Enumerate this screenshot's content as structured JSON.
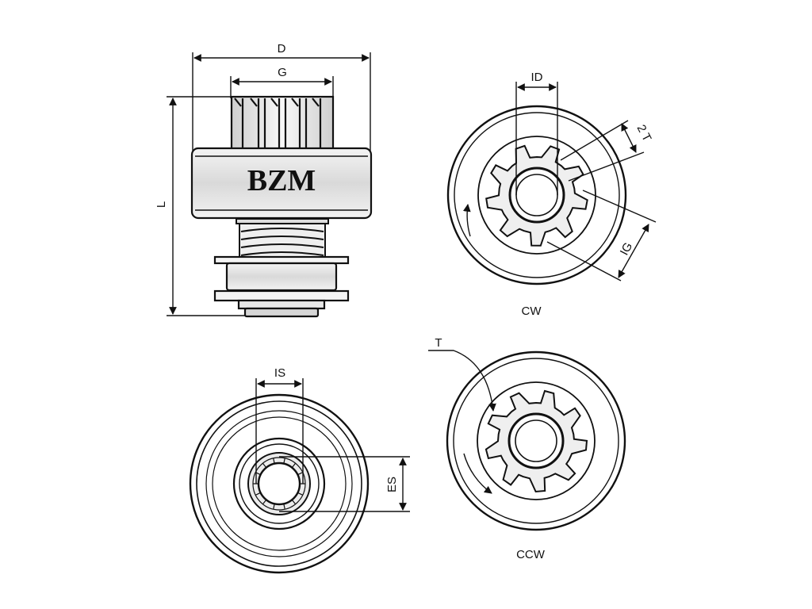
{
  "diagram": {
    "brand": "BZM",
    "dimensions": {
      "d": "D",
      "g": "G",
      "l": "L",
      "id": "ID",
      "two_t": "2 T",
      "ig": "IG",
      "is": "IS",
      "es": "ES",
      "t": "T"
    },
    "views": {
      "cw": "CW",
      "ccw": "CCW"
    }
  }
}
